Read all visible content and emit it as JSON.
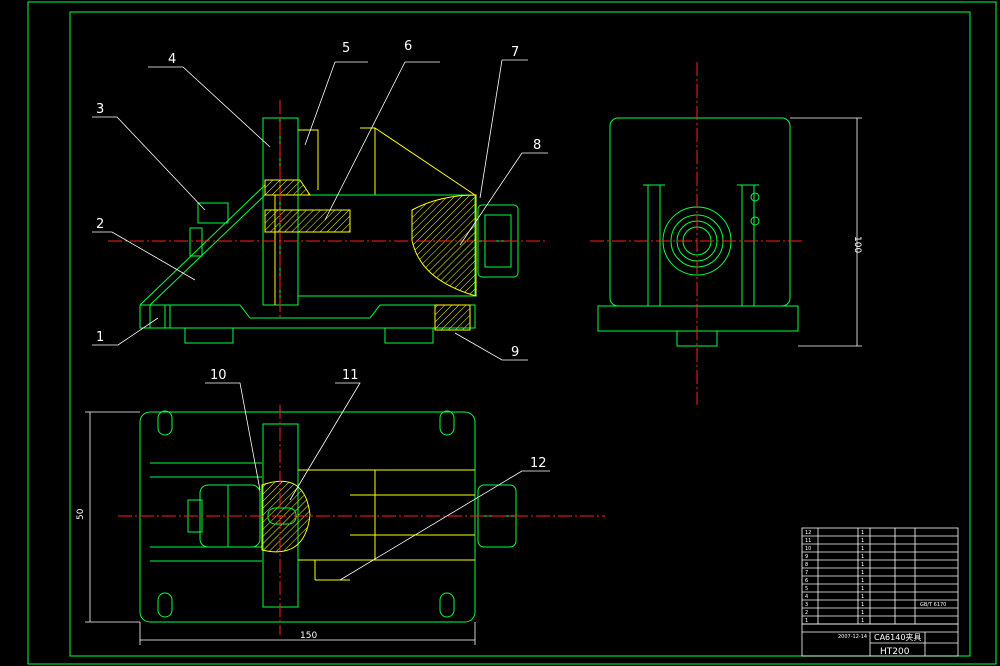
{
  "callouts": [
    "1",
    "2",
    "3",
    "4",
    "5",
    "6",
    "7",
    "8",
    "9",
    "10",
    "11",
    "12"
  ],
  "dimensions": {
    "side_height": "100",
    "plan_depth": "50",
    "plan_width": "150"
  },
  "title_block": {
    "part_rows": [
      {
        "no": "12",
        "qty": "1"
      },
      {
        "no": "11",
        "qty": "1"
      },
      {
        "no": "10",
        "qty": "1"
      },
      {
        "no": "9",
        "qty": "1"
      },
      {
        "no": "8",
        "qty": "1"
      },
      {
        "no": "7",
        "qty": "1"
      },
      {
        "no": "6",
        "qty": "1"
      },
      {
        "no": "5",
        "qty": "1"
      },
      {
        "no": "4",
        "qty": "1"
      },
      {
        "no": "3",
        "qty": "1"
      },
      {
        "no": "2",
        "qty": "1"
      },
      {
        "no": "1",
        "qty": "1"
      }
    ],
    "title": "CA6140夹具",
    "material": "HT200",
    "date": "2007-12-14",
    "standard": "GB/T 6170"
  },
  "colors": {
    "background": "#000000",
    "outline": "#00ff40",
    "hidden": "#ffff00",
    "centerline": "#ff2020",
    "annotation": "#ffffff",
    "border": "#00ff40"
  }
}
